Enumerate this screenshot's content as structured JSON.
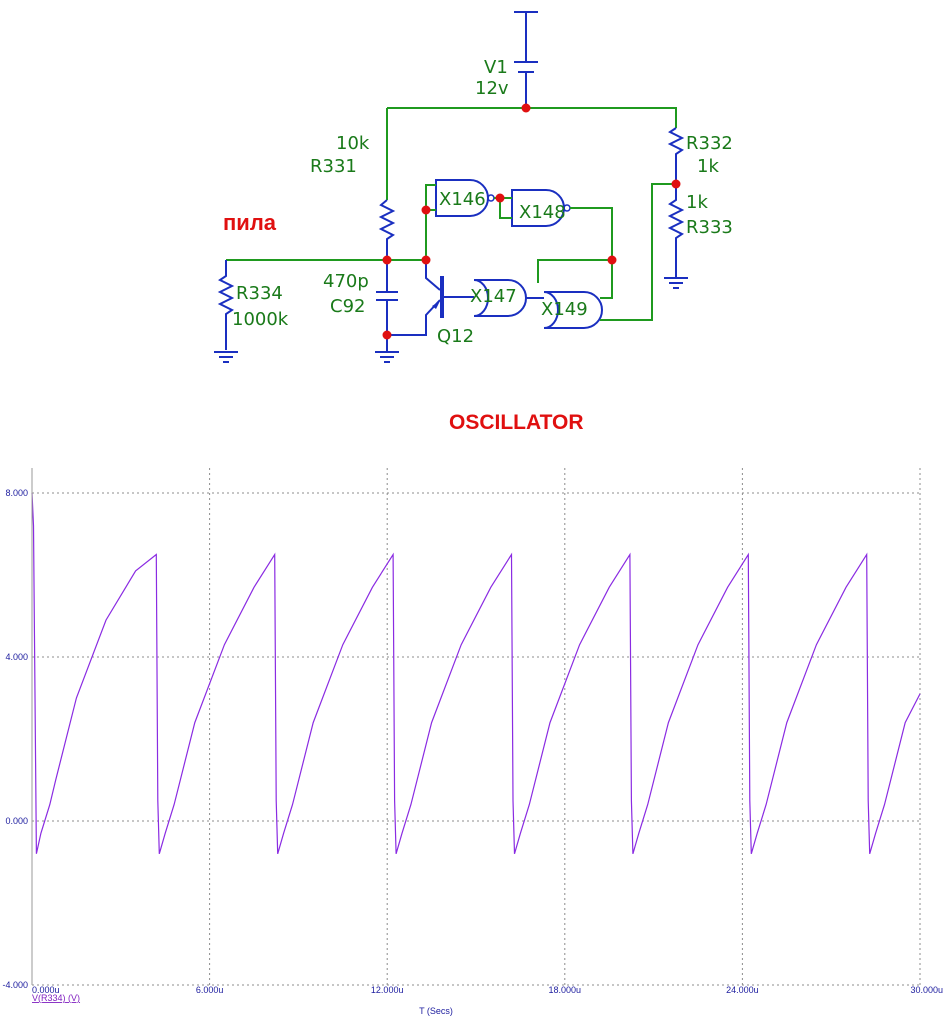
{
  "schematic": {
    "title": "OSCILLATOR",
    "node_label": "пила",
    "components": {
      "v1_name": "V1",
      "v1_value": "12v",
      "r331_value": "10k",
      "r331_name": "R331",
      "r332_name": "R332",
      "r332_value": "1k",
      "r333_value": "1k",
      "r333_name": "R333",
      "r334_name": "R334",
      "r334_value": "1000k",
      "c92_value": "470p",
      "c92_name": "C92",
      "q12_name": "Q12",
      "x146": "X146",
      "x148": "X148",
      "x147": "X147",
      "x149": "X149"
    },
    "colors": {
      "wire_green": "#1f9a1f",
      "wire_blue": "#1a2fc0",
      "node": "#e01010",
      "label": "#1a7a1a",
      "title": "#e01010"
    }
  },
  "chart_data": {
    "type": "line",
    "xlabel": "T (Secs)",
    "legend": "V(R334) (V)",
    "x_ticks": [
      "0.000u",
      "6.000u",
      "12.000u",
      "18.000u",
      "24.000u",
      "30.000u"
    ],
    "y_ticks": [
      "8.000",
      "4.000",
      "0.000",
      "-4.000"
    ],
    "xlim_us": [
      0,
      30
    ],
    "ylim": [
      -4,
      8
    ],
    "grid": true,
    "series": [
      {
        "color": "#8a2be2",
        "x_us": [
          0.0,
          0.05,
          0.15,
          0.3,
          0.6,
          0.8,
          1.5,
          2.5,
          3.5,
          4.2,
          4.25,
          4.3,
          4.5,
          4.8,
          5.5,
          6.5,
          7.5,
          8.2,
          8.25,
          8.3,
          8.5,
          8.8,
          9.5,
          10.5,
          11.5,
          12.2,
          12.25,
          12.3,
          12.5,
          12.8,
          13.5,
          14.5,
          15.5,
          16.2,
          16.25,
          16.3,
          16.5,
          16.8,
          17.5,
          18.5,
          19.5,
          20.2,
          20.25,
          20.3,
          20.5,
          20.8,
          21.5,
          22.5,
          23.5,
          24.2,
          24.25,
          24.3,
          24.5,
          24.8,
          25.5,
          26.5,
          27.5,
          28.2,
          28.25,
          28.3,
          28.5,
          28.8,
          29.5,
          30.0
        ],
        "values": [
          8.0,
          7.2,
          -0.8,
          -0.3,
          0.4,
          1.0,
          3.0,
          4.9,
          6.1,
          6.5,
          0.5,
          -0.8,
          -0.3,
          0.4,
          2.4,
          4.3,
          5.7,
          6.5,
          0.5,
          -0.8,
          -0.3,
          0.4,
          2.4,
          4.3,
          5.7,
          6.5,
          0.5,
          -0.8,
          -0.3,
          0.4,
          2.4,
          4.3,
          5.7,
          6.5,
          0.5,
          -0.8,
          -0.3,
          0.4,
          2.4,
          4.3,
          5.7,
          6.5,
          0.5,
          -0.8,
          -0.3,
          0.4,
          2.4,
          4.3,
          5.7,
          6.5,
          0.5,
          -0.8,
          -0.3,
          0.4,
          2.4,
          4.3,
          5.7,
          6.5,
          0.5,
          -0.8,
          -0.3,
          0.4,
          2.4,
          3.1
        ]
      }
    ]
  }
}
